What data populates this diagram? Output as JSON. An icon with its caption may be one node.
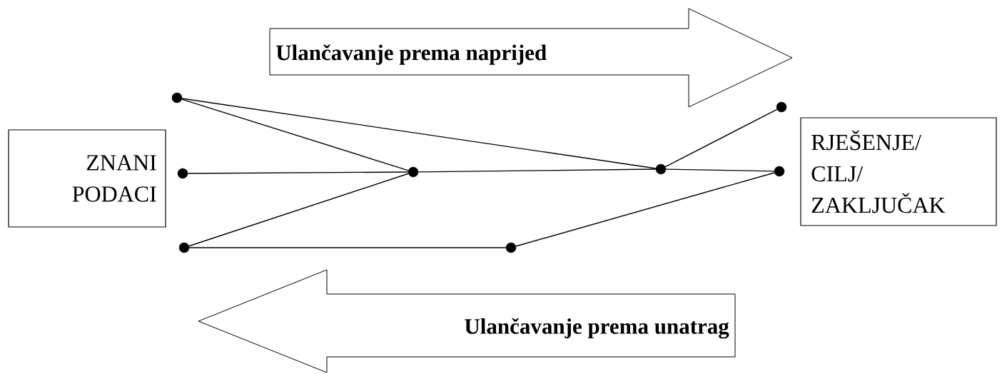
{
  "diagram": {
    "nodes": [
      {
        "text": [
          "Ulančavanje prema naprijed"
        ]
      },
      {
        "text": [],
        "shape": "circle"
      },
      {
        "text": [],
        "shape": "circle"
      },
      {
        "text": [
          "ZNANI PODACI"
        ]
      },
      {
        "text": [],
        "shape": "circle"
      },
      {
        "text": [],
        "shape": "circle"
      },
      {
        "text": [],
        "shape": "circle"
      },
      {
        "text": [],
        "shape": "circle"
      },
      {
        "text": [
          "RJEŠENJE/ CILJ/ ZAKLJUČAK"
        ]
      },
      {
        "text": [],
        "shape": "circle"
      },
      {
        "text": [],
        "shape": "circle"
      },
      {
        "text": [
          "Ulančavanje prema unatrag"
        ]
      }
    ],
    "edges": [
      {
        "from": 1,
        "to": 5,
        "arrow": "none"
      },
      {
        "from": 1,
        "to": 6,
        "arrow": "none"
      },
      {
        "from": 4,
        "to": 5,
        "arrow": "none"
      },
      {
        "from": 9,
        "to": 5,
        "arrow": "none"
      },
      {
        "from": 5,
        "to": 6,
        "arrow": "none"
      },
      {
        "from": 6,
        "to": 2,
        "arrow": "none"
      },
      {
        "from": 6,
        "to": 7,
        "arrow": "none"
      },
      {
        "from": 9,
        "to": 10,
        "arrow": "none"
      },
      {
        "from": 10,
        "to": 7,
        "arrow": "none"
      }
    ]
  }
}
